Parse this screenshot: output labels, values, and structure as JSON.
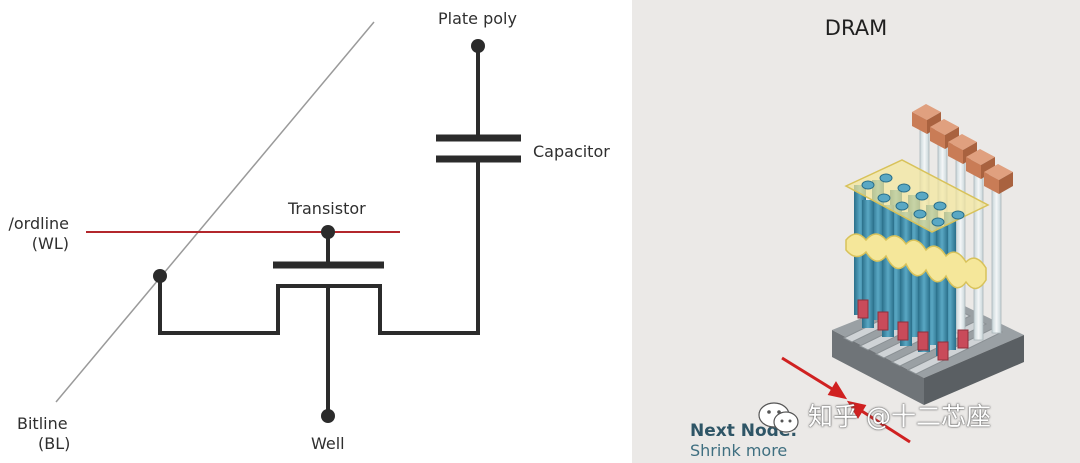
{
  "circuit": {
    "labels": {
      "plate_poly": "Plate poly",
      "capacitor": "Capacitor",
      "transistor": "Transistor",
      "wordline": "/ordline",
      "wordline_abbr": "(WL)",
      "bitline": "Bitline",
      "bitline_abbr": "(BL)",
      "well": "Well"
    },
    "colors": {
      "wire": "#2b2b2b",
      "wordline": "#b3272c",
      "bitline": "#9a9a9a"
    }
  },
  "dram": {
    "title": "DRAM",
    "next_node_title": "Next Node:",
    "next_node_subtitle": "Shrink more",
    "colors": {
      "background": "#ebe9e7",
      "pillar": "#3d8aa6",
      "plate": "#f5e79a",
      "cap_block": "#c97c56",
      "contact": "#c94b5a",
      "base": "#7f8589",
      "arrow": "#d02121"
    }
  },
  "watermark": {
    "text": "知乎 @十二芯座",
    "icon": "wechat-logo-icon"
  }
}
